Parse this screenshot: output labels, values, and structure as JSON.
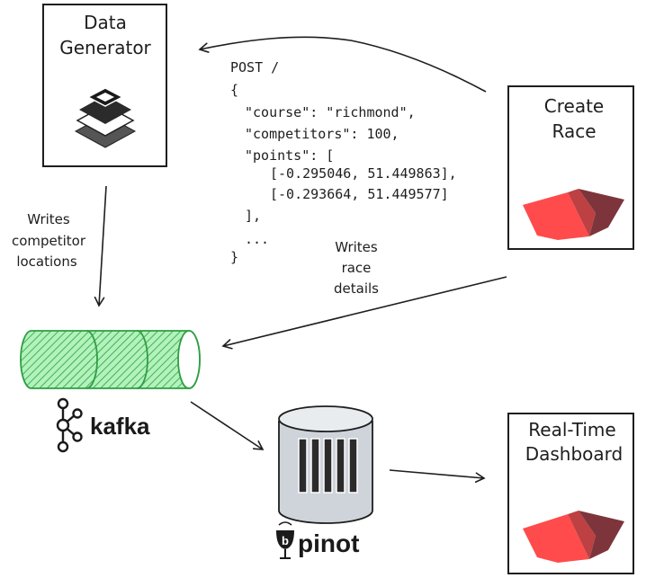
{
  "nodes": {
    "data_generator": {
      "line1": "Data",
      "line2": "Generator"
    },
    "create_race": {
      "line1": "Create",
      "line2": "Race"
    },
    "dashboard": {
      "line1": "Real-Time",
      "line2": "Dashboard"
    },
    "kafka": {
      "label": "kafka"
    },
    "pinot": {
      "label": "pinot"
    }
  },
  "edges": {
    "writes_locations": {
      "line1": "Writes",
      "line2": "competitor",
      "line3": "locations"
    },
    "writes_race": {
      "line1": "Writes",
      "line2": "race",
      "line3": "details"
    }
  },
  "code": {
    "l1": "POST /",
    "l2": "{",
    "l3": "\"course\": \"richmond\",",
    "l4": "\"competitors\": 100,",
    "l5": "\"points\": [",
    "l6": "[-0.295046, 51.449863],",
    "l7": "[-0.293664, 51.449577]",
    "l8": "],",
    "l9": "...",
    "l10": "}"
  },
  "colors": {
    "stroke": "#1e1e1e",
    "kafka_green": "#2f9e44",
    "kafka_fill": "#b2f2bb",
    "streamlit_red": "#ff4b4b",
    "streamlit_dark": "#bd4043",
    "streamlit_darker": "#7d353b",
    "pinot_fill": "#ced4da"
  },
  "icons": [
    "layers-icon",
    "streamlit-boat-icon",
    "kafka-logo-icon",
    "pinot-wine-glass-icon",
    "database-cylinder-icon"
  ]
}
